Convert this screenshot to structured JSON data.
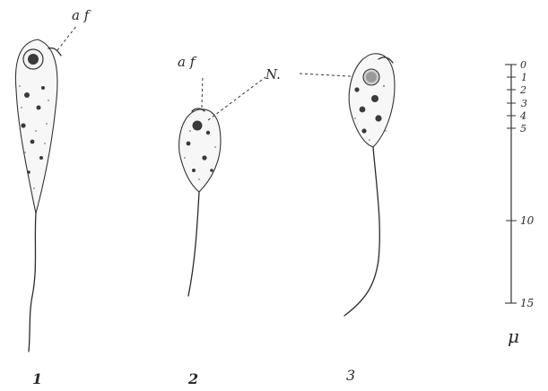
{
  "labels": {
    "anterior_flagellum_1": "a f",
    "anterior_flagellum_2": "a f",
    "nucleus": "N."
  },
  "figure_numbers": [
    "1",
    "2",
    "3"
  ],
  "scale_bar": {
    "ticks": [
      "0",
      "1",
      "2",
      "3",
      "4",
      "5",
      "10",
      "15"
    ],
    "unit": "μ"
  },
  "colors": {
    "ink": "#2a2a2a",
    "paper": "#ffffff"
  }
}
